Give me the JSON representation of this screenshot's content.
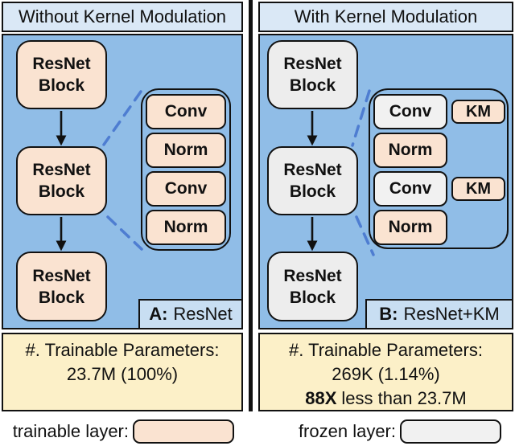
{
  "colors": {
    "panel_blue": "#90BDE7",
    "header_blue": "#DAE8F6",
    "caption_blue": "#C8DEF2",
    "trainable_peach": "#FAE3D1",
    "frozen_gray": "#F1F1F1",
    "params_yellow": "#FCF0C8",
    "dashed_blue": "#4E7DD1",
    "border_black": "#111111"
  },
  "left_panel": {
    "header": "Without Kernel Modulation",
    "block_line1": "ResNet",
    "block_line2": "Block",
    "detail_layers": [
      "Conv",
      "Norm",
      "Conv",
      "Norm"
    ],
    "caption_prefix": "A:",
    "caption_text": "ResNet",
    "params_line1": "#. Trainable Parameters:",
    "params_line2": "23.7M (100%)"
  },
  "right_panel": {
    "header": "With Kernel Modulation",
    "block_line1": "ResNet",
    "block_line2": "Block",
    "detail_layers": [
      "Conv",
      "Norm",
      "Conv",
      "Norm"
    ],
    "km_labels": [
      "KM",
      "KM"
    ],
    "caption_prefix": "B:",
    "caption_text": "ResNet+KM",
    "params_line1": "#. Trainable Parameters:",
    "params_line2": "269K (1.14%)",
    "params_line3_bold": "88X",
    "params_line3_rest": "less than 23.7M"
  },
  "legend": {
    "trainable_label": "trainable layer:",
    "frozen_label": "frozen layer:"
  }
}
